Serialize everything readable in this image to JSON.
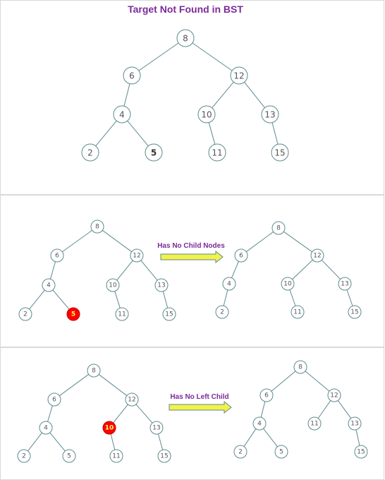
{
  "panel1": {
    "title": "Target Not Found in BST",
    "tree": {
      "nodes": [
        {
          "id": "8",
          "label": "8"
        },
        {
          "id": "6",
          "label": "6"
        },
        {
          "id": "12",
          "label": "12"
        },
        {
          "id": "4",
          "label": "4"
        },
        {
          "id": "10",
          "label": "10"
        },
        {
          "id": "13",
          "label": "13"
        },
        {
          "id": "2",
          "label": "2"
        },
        {
          "id": "5",
          "label": "5",
          "bold": true
        },
        {
          "id": "11",
          "label": "11"
        },
        {
          "id": "15",
          "label": "15"
        }
      ]
    }
  },
  "panel2": {
    "caption": "Has No Child Nodes",
    "before": {
      "nodes": [
        {
          "id": "8",
          "label": "8"
        },
        {
          "id": "6",
          "label": "6"
        },
        {
          "id": "12",
          "label": "12"
        },
        {
          "id": "4",
          "label": "4"
        },
        {
          "id": "10",
          "label": "10"
        },
        {
          "id": "13",
          "label": "13"
        },
        {
          "id": "2",
          "label": "2"
        },
        {
          "id": "5",
          "label": "5",
          "highlight": "#ff0000"
        },
        {
          "id": "11",
          "label": "11"
        },
        {
          "id": "15",
          "label": "15"
        }
      ]
    },
    "after": {
      "nodes": [
        {
          "id": "8",
          "label": "8"
        },
        {
          "id": "6",
          "label": "6"
        },
        {
          "id": "12",
          "label": "12"
        },
        {
          "id": "4",
          "label": "4"
        },
        {
          "id": "10",
          "label": "10"
        },
        {
          "id": "13",
          "label": "13"
        },
        {
          "id": "2",
          "label": "2"
        },
        {
          "id": "11",
          "label": "11"
        },
        {
          "id": "15",
          "label": "15"
        }
      ]
    }
  },
  "panel3": {
    "caption": "Has No Left Child",
    "before": {
      "nodes": [
        {
          "id": "8",
          "label": "8"
        },
        {
          "id": "6",
          "label": "6"
        },
        {
          "id": "12",
          "label": "12"
        },
        {
          "id": "4",
          "label": "4"
        },
        {
          "id": "10",
          "label": "10",
          "highlight": "#ff0000"
        },
        {
          "id": "13",
          "label": "13"
        },
        {
          "id": "2",
          "label": "2"
        },
        {
          "id": "5",
          "label": "5"
        },
        {
          "id": "11",
          "label": "11"
        },
        {
          "id": "15",
          "label": "15"
        }
      ]
    },
    "after": {
      "nodes": [
        {
          "id": "8",
          "label": "8"
        },
        {
          "id": "6",
          "label": "6"
        },
        {
          "id": "12",
          "label": "12"
        },
        {
          "id": "4",
          "label": "4"
        },
        {
          "id": "11",
          "label": "11"
        },
        {
          "id": "13",
          "label": "13"
        },
        {
          "id": "2",
          "label": "2"
        },
        {
          "id": "5",
          "label": "5"
        },
        {
          "id": "15",
          "label": "15"
        }
      ]
    }
  },
  "colors": {
    "title": "#7a2a9a",
    "highlight_node": "#ff0000",
    "highlight_label": "#ffff66",
    "arrow_fill": "#f2f24a",
    "edge": "#5d8a8e"
  }
}
